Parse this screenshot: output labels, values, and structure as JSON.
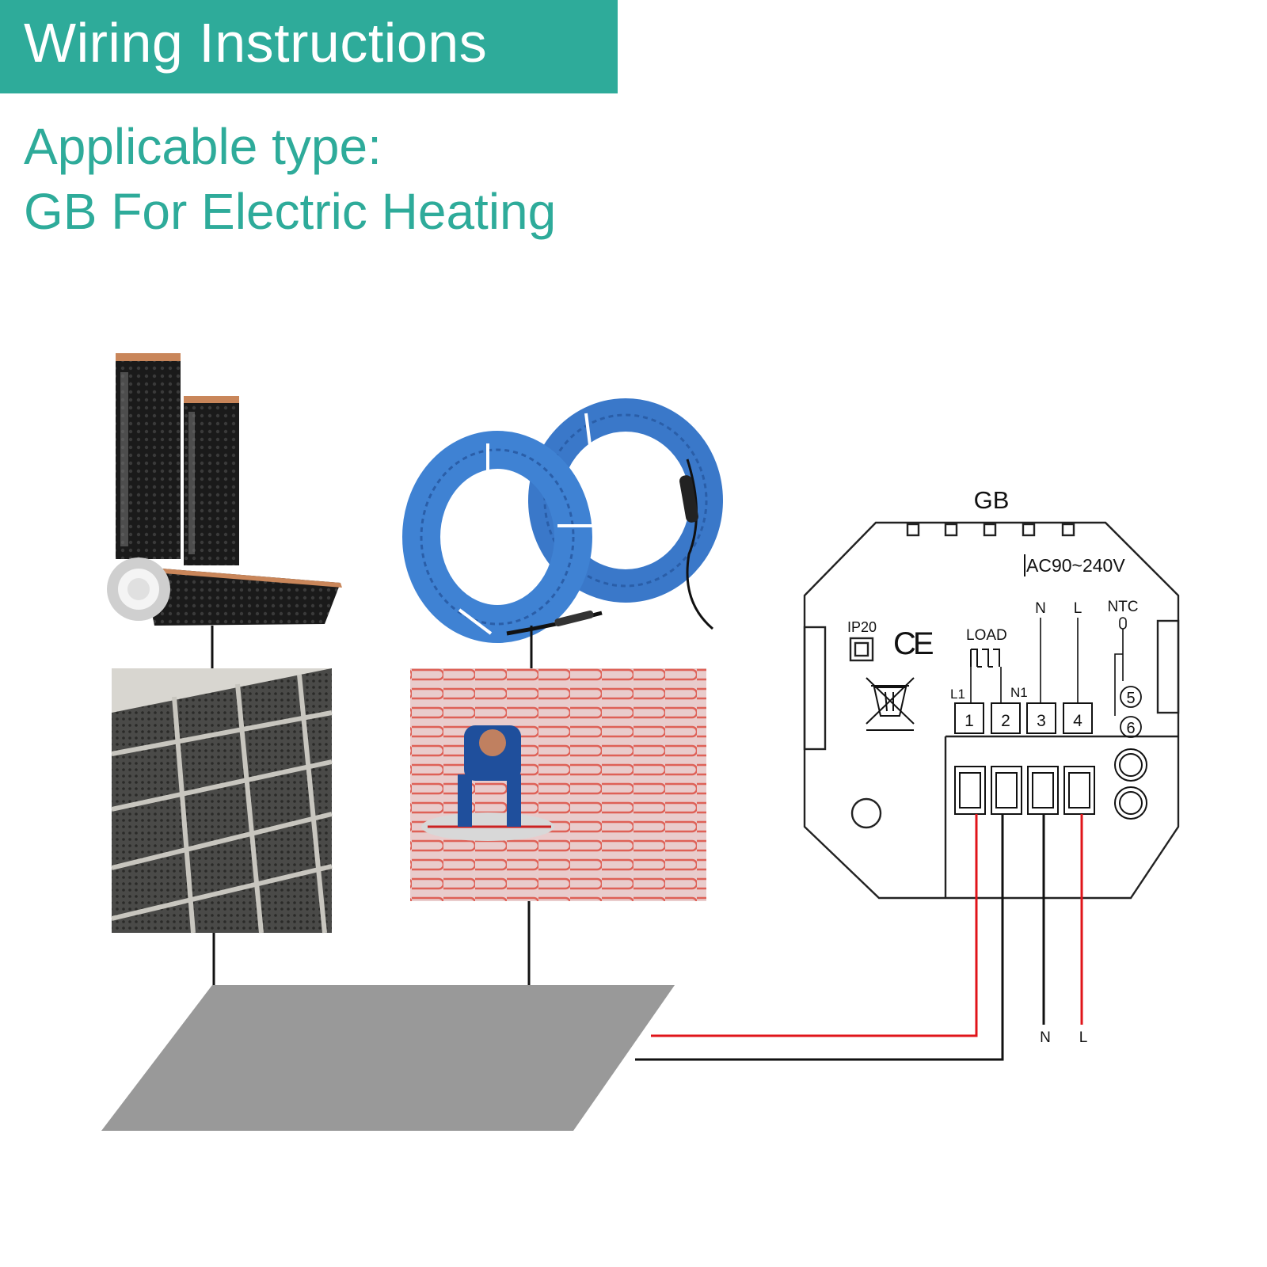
{
  "header": {
    "title": "Wiring Instructions",
    "subtitle_line1": "Applicable type:",
    "subtitle_line2": "GB For Electric Heating"
  },
  "thermostat": {
    "model_label": "GB",
    "voltage_label": "AC90~240V",
    "ip_label": "IP20",
    "ce_mark": "CE",
    "load_label": "LOAD",
    "l1_label": "L1",
    "n1_label": "N1",
    "n_label": "N",
    "l_label": "L",
    "ntc_label": "NTC",
    "terminals": [
      "1",
      "2",
      "3",
      "4"
    ],
    "sensor_terminals": [
      "5",
      "6"
    ]
  },
  "supply": {
    "n_label": "N",
    "l_label": "L"
  },
  "colors": {
    "accent": "#2eab9a",
    "live_wire": "#e0141a",
    "neutral_wire": "#111111",
    "floor": "#999999",
    "heating_cable": "#3a78c9"
  }
}
